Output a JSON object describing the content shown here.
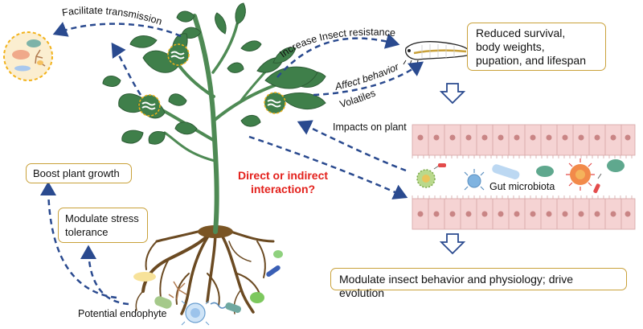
{
  "colors": {
    "arrow_blue": "#2a4a8f",
    "box_border": "#c9a13a",
    "leaf_green": "#3f7f4a",
    "stem_green": "#4e8a54",
    "root_brown": "#6b4a22",
    "cell_pink": "#f5d3d3",
    "nucleus": "#c98585",
    "highlight_red": "#e3211c",
    "endophyte_circle": "#f2b21a"
  },
  "labels": {
    "facilitate_transmission": "Facilitate transmission",
    "increase_insect_resistance": "Increase Insect resistance",
    "affect_behavior": "Affect behavior",
    "volatiles": "Volatiles",
    "impacts_on_plant": "Impacts on plant",
    "direct_interaction_line1": "Direct or indirect",
    "direct_interaction_line2": "interaction?",
    "gut_microbiota": "Gut microbiota",
    "potential_endophyte": "Potential endophyte"
  },
  "boxes": {
    "reduced_survival": [
      "Reduced survival,",
      "body weights,",
      "pupation, and lifespan"
    ],
    "boost_growth": "Boost plant growth",
    "modulate_stress": [
      "Modulate stress",
      "tolerance"
    ],
    "modulate_insect": "Modulate insect behavior and physiology; drive evolution"
  },
  "icons": [
    "plant",
    "larva-icon",
    "gut-epithelium",
    "bacteria-icon",
    "endophyte-microbes-icon",
    "hollow-down-arrow-icon"
  ]
}
